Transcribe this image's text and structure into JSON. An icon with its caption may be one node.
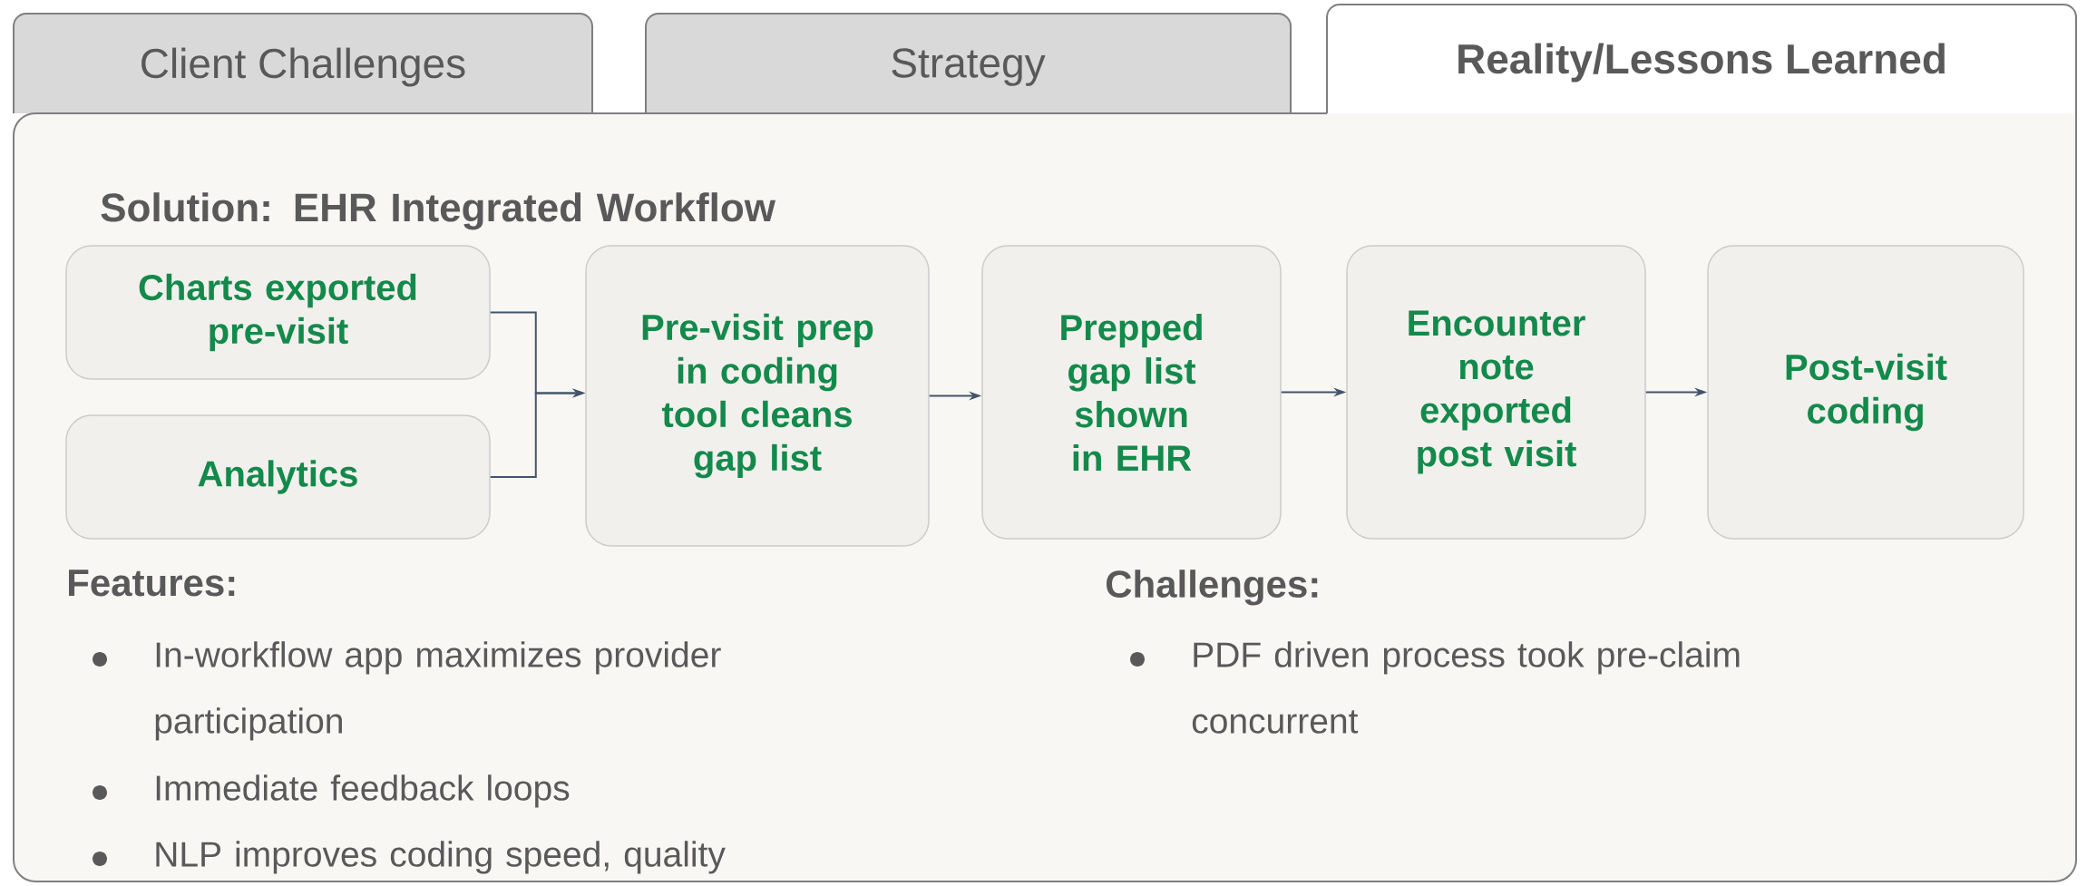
{
  "diagram": {
    "nodes": [
      {
        "text": [
          "Client Challenges"
        ]
      },
      {
        "text": [
          "Strategy"
        ]
      },
      {
        "text": [
          "Reality/Lessons Learned"
        ]
      },
      {
        "text": [
          "Charts exported pre-visit"
        ]
      },
      {
        "text": [
          "Analytics"
        ]
      },
      {
        "text": [
          "Pre-visit prep in coding tool cleans gap list"
        ]
      },
      {
        "text": [
          "Prepped gap list shown in EHR"
        ]
      },
      {
        "text": [
          "Encounter note exported post visit"
        ]
      },
      {
        "text": [
          "Post-visit coding"
        ]
      }
    ],
    "edges": [
      {
        "from": 3,
        "to": 5,
        "arrow": "to"
      },
      {
        "from": 4,
        "to": 5,
        "arrow": "to"
      },
      {
        "from": 5,
        "to": 6,
        "arrow": "to"
      },
      {
        "from": 6,
        "to": 7,
        "arrow": "to"
      },
      {
        "from": 7,
        "to": 8,
        "arrow": "to"
      }
    ],
    "labels": [
      "Solution: EHR Integrated Workflow",
      "Features:",
      "In-workflow app maximizes provider participation",
      "Immediate feedback loops",
      "NLP improves coding speed, quality",
      "Challenges:",
      "PDF driven process took pre-claim concurrent"
    ]
  }
}
